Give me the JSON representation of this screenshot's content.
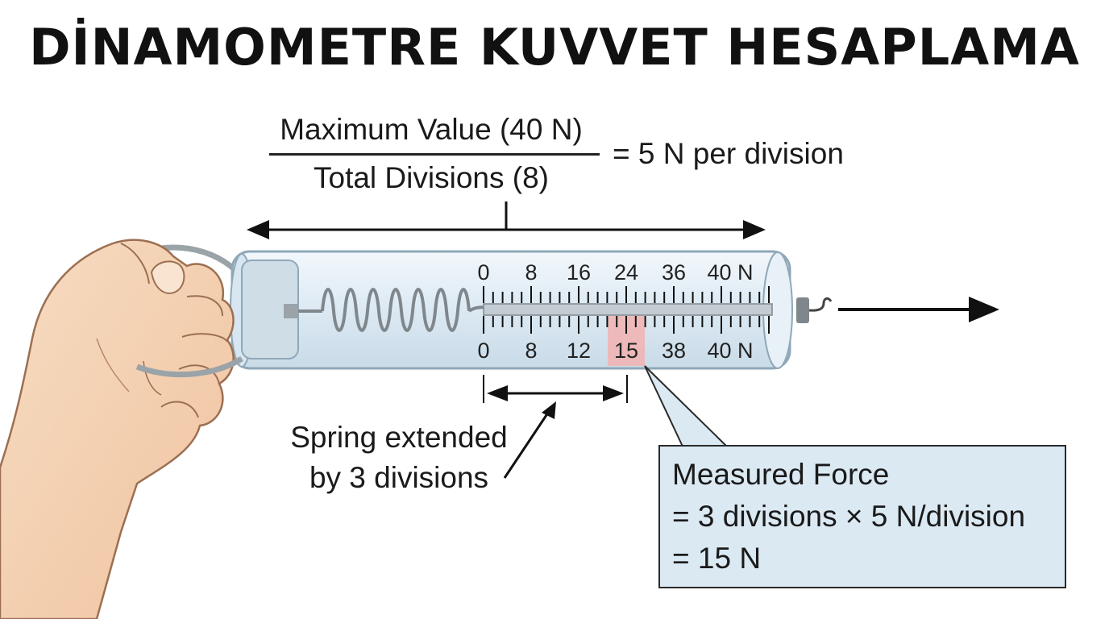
{
  "title": "DİNAMOMETRE KUVVET HESAPLAMA",
  "formula": {
    "numerator": "Maximum Value (40 N)",
    "denominator": "Total Divisions (8)",
    "result": "= 5 N per division"
  },
  "scale": {
    "top_labels": [
      "0",
      "8",
      "16",
      "24",
      "36",
      "40 N"
    ],
    "bottom_labels": [
      "0",
      "8",
      "12",
      "15",
      "38",
      "40 N"
    ],
    "highlighted_label": "15"
  },
  "spring_caption": {
    "line1": "Spring extended",
    "line2": "by 3 divisions"
  },
  "callout": {
    "line1": "Measured Force",
    "line2": "= 3 divisions × 5 N/division",
    "line3": "= 15 N"
  },
  "colors": {
    "tube_fill": "#e3eef6",
    "highlight": "#f2b2b0",
    "callout_fill": "#dbe9f3",
    "skin": "#f6d6b8"
  }
}
